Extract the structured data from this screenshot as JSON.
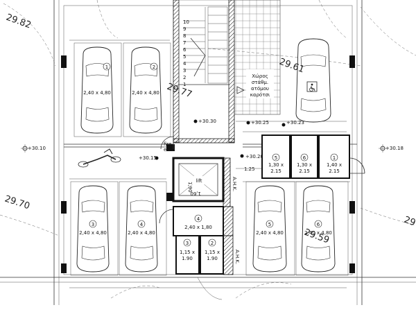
{
  "elevations": {
    "top_left": "29.82",
    "left_mid": "29.70",
    "center_top": "29.77",
    "right_top": "29.61",
    "right_bottom": "29.59",
    "right_edge_partial": "29"
  },
  "levels": {
    "left": "+30.10",
    "left_inner": "+30.15",
    "stair_landing": "+30.30",
    "corridor_a": "+30.25",
    "corridor_b": "+30.23",
    "corridor_c": "+30.20",
    "right": "+30.18"
  },
  "parking_spaces": [
    {
      "number": "1",
      "size": "2,40 x 4,80"
    },
    {
      "number": "2",
      "size": "2,40 x 4,80"
    },
    {
      "number": "3",
      "size": "2,40 x 4,80"
    },
    {
      "number": "4",
      "size": "2,40 x 4,80"
    },
    {
      "number": "5",
      "size": "2,40 x 4,80"
    },
    {
      "number": "6",
      "size": "2,40 x 4,80"
    }
  ],
  "storage_units": [
    {
      "number": "5",
      "size_line1": "1,30 x",
      "size_line2": "2.15"
    },
    {
      "number": "6",
      "size_line1": "1,30 x",
      "size_line2": "2.15"
    },
    {
      "number": "1",
      "size_line1": "1,40 x",
      "size_line2": "2.15"
    },
    {
      "number": "3",
      "size_line1": "1,15 x",
      "size_line2": "1.90"
    },
    {
      "number": "2",
      "size_line1": "1,15 x",
      "size_line2": "1.90"
    }
  ],
  "room_labels": {
    "lift": "lift",
    "lift_dim_vertical": "1,90",
    "lift_dim_horizontal": "1,60",
    "fire_exit_line1": "fire",
    "fire_exit_line2": "exit",
    "storage_4_number": "4",
    "storage_4_size": "2,40 x 1,80",
    "corridor_width": "1.25",
    "utility_label": "A.H.K."
  },
  "accessible_note": [
    "Χώρος",
    "στάθμ.",
    "ατόμου",
    "καρότσι"
  ],
  "stair_numbers": [
    "1",
    "2",
    "3",
    "4",
    "5",
    "6",
    "7",
    "8",
    "9",
    "10"
  ]
}
